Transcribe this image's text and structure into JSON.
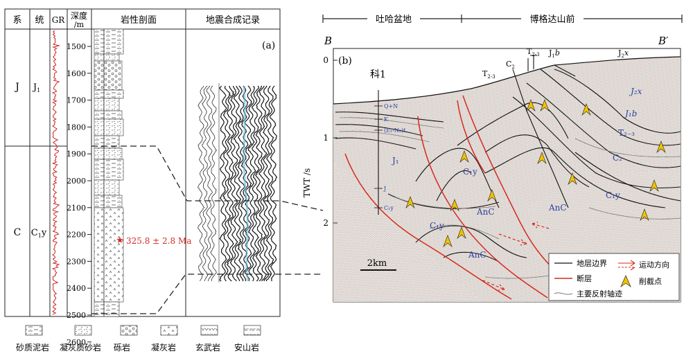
{
  "panel_a": {
    "tag": "(a)",
    "headers": {
      "system": "系",
      "series": "统",
      "gr": "GR",
      "depth": "深度",
      "depth_unit": "/m",
      "litho": "岩性剖面",
      "seismic": "地震合成记录"
    },
    "systems": [
      {
        "name": "J",
        "series": "J",
        "series_sub": "1"
      },
      {
        "name": "C",
        "series": "C",
        "series_sub": "1",
        "series_tail": "y"
      }
    ],
    "depth_ticks": [
      "1500",
      "1600",
      "1700",
      "1800",
      "1900",
      "2000",
      "2100",
      "2200",
      "2300",
      "2400",
      "2500",
      "2600"
    ],
    "age_label": "325.8 ± 2.8 Ma",
    "legend": [
      "砂质泥岩",
      "凝灰质砂岩",
      "砾岩",
      "凝灰岩",
      "玄武岩",
      "安山岩"
    ]
  },
  "panel_b": {
    "tag": "(b)",
    "endpoint_left": "B",
    "endpoint_right": "B′",
    "region_left": "吐哈盆地",
    "region_right": "博格达山前",
    "ylabel": "TWT /s",
    "yticks": [
      "0",
      "1",
      "2"
    ],
    "well": "科1",
    "surface_labels": [
      {
        "main": "T",
        "sub": "2-3"
      },
      {
        "main": "C",
        "sub": "2"
      },
      {
        "main": "T",
        "sub": "2-3"
      },
      {
        "main": "J",
        "sub": "1",
        "tail": "b"
      },
      {
        "main": "J",
        "sub": "2",
        "tail": "x"
      }
    ],
    "unit_labels": {
      "j1": "J₁",
      "c1y_a": "C₁y",
      "c1y_b": "C₁y",
      "c1y_c": "C₁y",
      "anc_a": "AnC",
      "anc_b": "AnC",
      "anc_c": "AnC",
      "j2x": "J₂x",
      "j1b": "J₁b",
      "t23": "T₂₋₃",
      "c2": "C₂"
    },
    "well_marks": [
      "Q+N",
      "K",
      "(E₁-N₂)t",
      "J",
      "C₁y"
    ],
    "scale_label": "2km",
    "legend": {
      "boundary": "地层边界",
      "fault": "断层",
      "reflection": "主要反射轴迹",
      "motion": "运动方向",
      "truncation": "削截点"
    }
  },
  "colors": {
    "fault": "#d42a1f",
    "boundary": "#111111",
    "unit_text": "#2b3fa0",
    "age": "#d42a1f",
    "gr_curve": "#cc1f1f",
    "seismic_tint": "#6bb8d8",
    "truncation": "#f2c200"
  }
}
